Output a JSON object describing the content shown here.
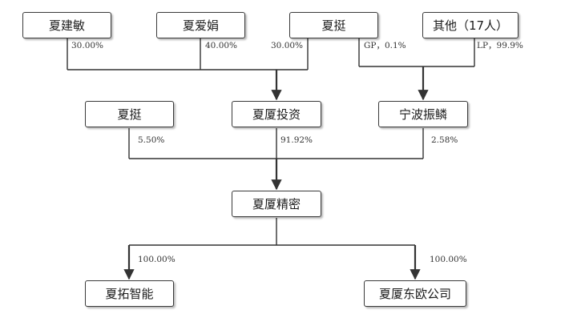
{
  "nodes": {
    "xia_jianmin": "夏建敏",
    "xia_aijuan": "夏爱娟",
    "xia_ting_top": "夏挺",
    "others": "其他（17人）",
    "xia_ting_mid": "夏挺",
    "xiaxia_touzi": "夏厦投资",
    "ningbo_zhenlin": "宁波振鳞",
    "xiaxia_jingmi": "夏厦精密",
    "xiatuo_zhineng": "夏拓智能",
    "xiaxia_dongou": "夏厦东欧公司"
  },
  "labels": {
    "xia_jianmin_pct": "30.00%",
    "xia_aijuan_pct": "40.00%",
    "xia_ting_top_pct": "30.00%",
    "xia_ting_gp": "GP，0.1%",
    "others_lp": "LP，99.9%",
    "xia_ting_mid_pct": "5.50%",
    "xiaxia_touzi_pct": "91.92%",
    "ningbo_zhenlin_pct": "2.58%",
    "xiatuo_pct": "100.00%",
    "dongou_pct": "100.00%"
  },
  "colors": {
    "line": "#333333",
    "border": "#3a3a3a",
    "text": "#1a1a1a"
  }
}
